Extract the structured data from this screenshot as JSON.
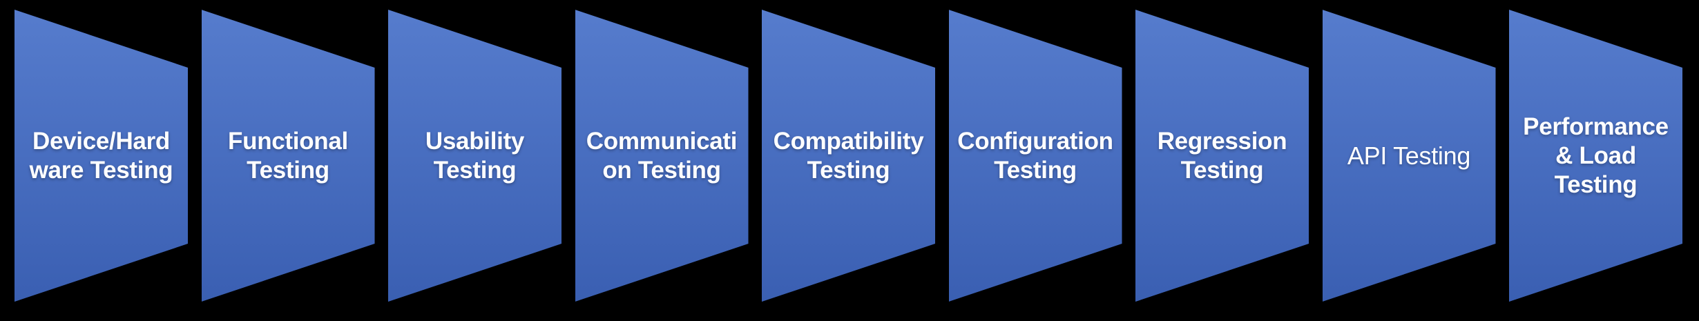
{
  "diagram": {
    "type": "process-flow",
    "background_color": "#000000",
    "shape_fill_top": "#567ccd",
    "shape_fill_bottom": "#3a5fb2",
    "text_color": "#ffffff",
    "stages": [
      {
        "label": "Device/Hard\nware Testing",
        "emphasis": "bold"
      },
      {
        "label": "Functional\nTesting",
        "emphasis": "bold"
      },
      {
        "label": "Usability\nTesting",
        "emphasis": "bold"
      },
      {
        "label": "Communicati\non Testing",
        "emphasis": "bold"
      },
      {
        "label": "Compatibility\nTesting",
        "emphasis": "bold"
      },
      {
        "label": "Configuration\nTesting",
        "emphasis": "bold"
      },
      {
        "label": "Regression\nTesting",
        "emphasis": "bold"
      },
      {
        "label": "API Testing",
        "emphasis": "regular"
      },
      {
        "label": "Performance\n& Load\nTesting",
        "emphasis": "bold"
      }
    ]
  }
}
